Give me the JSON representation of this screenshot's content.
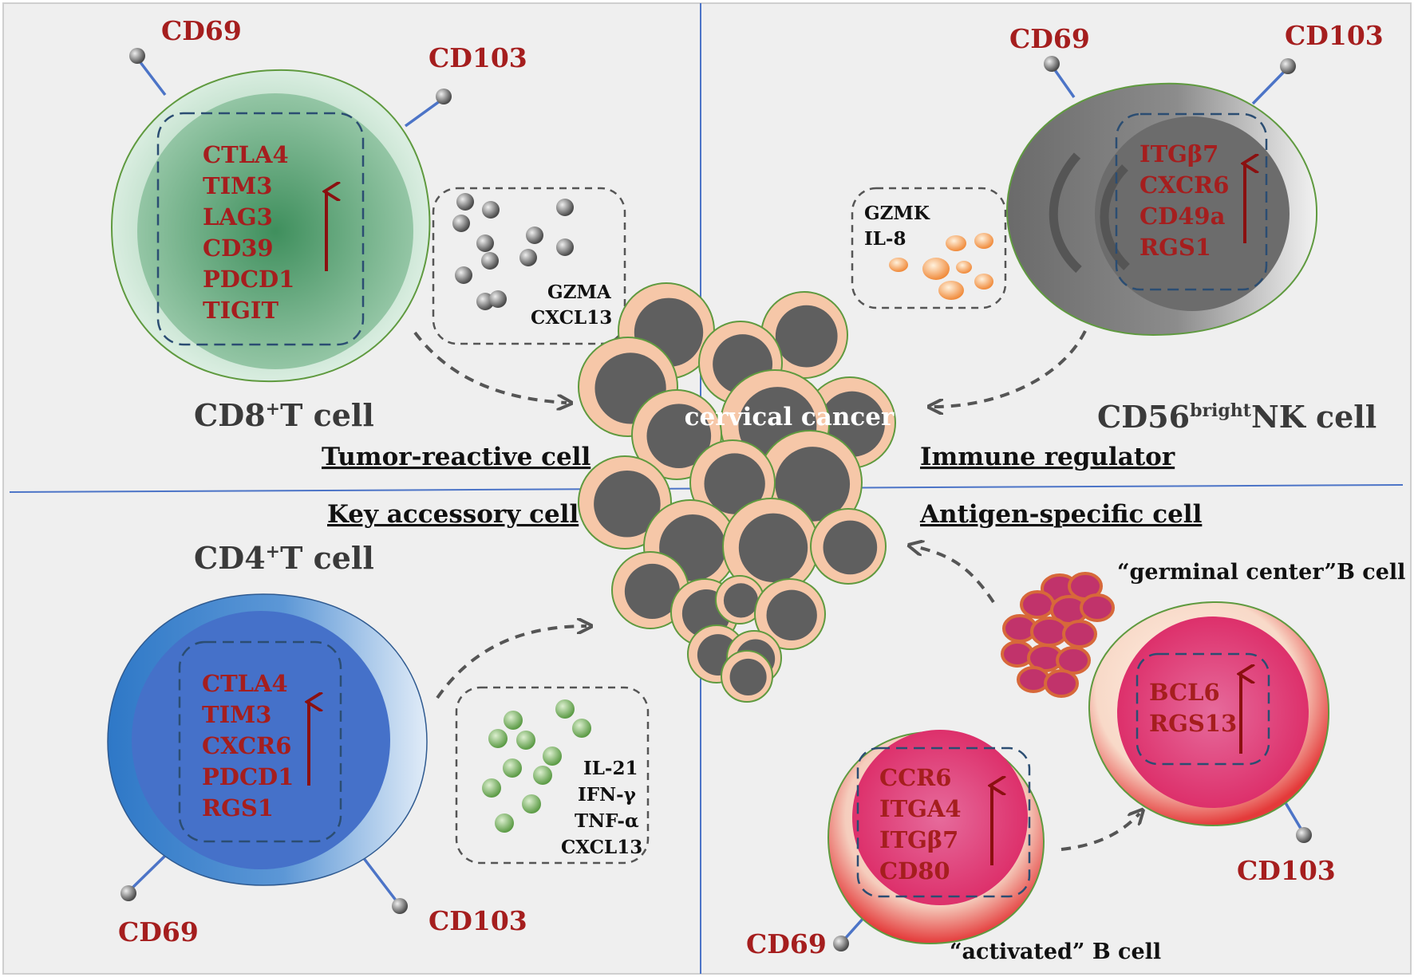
{
  "center_label": "cervical cancer",
  "colors": {
    "quadrant_line": "#4c74c7",
    "marker_text": "#a51e1e",
    "up_arrow": "#8b1010",
    "background": "#efefef"
  },
  "receptors": {
    "cd69": "CD69",
    "cd103": "CD103"
  },
  "cells": {
    "cd8_t": {
      "title": "CD8+T cell",
      "role": "Tumor-reactive cell",
      "markers": [
        "CTLA4",
        "TIM3",
        "LAG3",
        "CD39",
        "PDCD1",
        "TIGIT"
      ],
      "secreted": [
        "GZMA",
        "CXCL13"
      ],
      "trend": "up"
    },
    "nk": {
      "title_main": "CD56",
      "title_sup": "bright",
      "title_tail": "NK cell",
      "role": "Immune regulator",
      "markers": [
        "ITGβ7",
        "CXCR6",
        "CD49a",
        "RGS1"
      ],
      "secreted": [
        "GZMK",
        "IL-8"
      ],
      "trend": "up"
    },
    "cd4_t": {
      "title": "CD4+T cell",
      "role": "Key accessory cell",
      "markers": [
        "CTLA4",
        "TIM3",
        "CXCR6",
        "PDCD1",
        "RGS1"
      ],
      "secreted": [
        "IL-21",
        "IFN-γ",
        "TNF-α",
        "CXCL13"
      ],
      "trend": "up"
    },
    "b_cells": {
      "role": "Antigen-specific cell",
      "germinal_title": "“germinal center”B cell",
      "germinal_markers": [
        "BCL6",
        "RGS13"
      ],
      "activated_title": "“activated” B cell",
      "activated_markers": [
        "CCR6",
        "ITGA4",
        "ITGβ7",
        "CD80"
      ],
      "trend": "up"
    }
  }
}
